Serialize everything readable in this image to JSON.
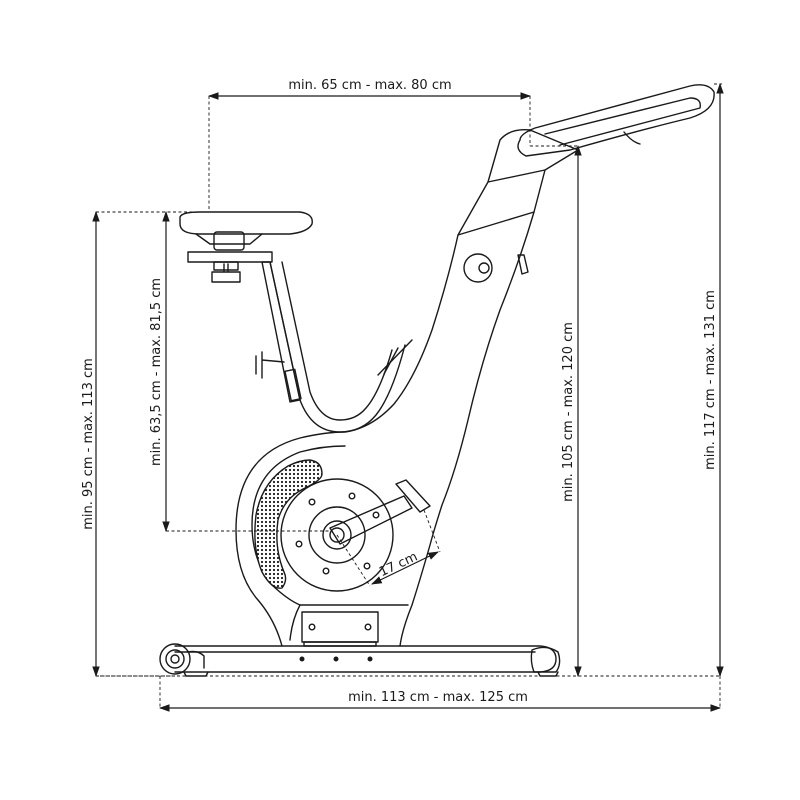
{
  "dimensions": {
    "seat_to_handlebar": "min. 65 cm - max. 80 cm",
    "seat_height_floor": "min. 95 cm - max. 113 cm",
    "seat_height_pedal": "min. 63,5 cm - max. 81,5 cm",
    "handlebar_height_rear": "min. 105 cm - max. 120 cm",
    "handlebar_height_front": "min. 117 cm - max. 131 cm",
    "overall_length": "min. 113 cm - max. 125 cm",
    "crank_length": "17 cm"
  },
  "colors": {
    "line": "#1a1a1a",
    "background": "#ffffff"
  }
}
